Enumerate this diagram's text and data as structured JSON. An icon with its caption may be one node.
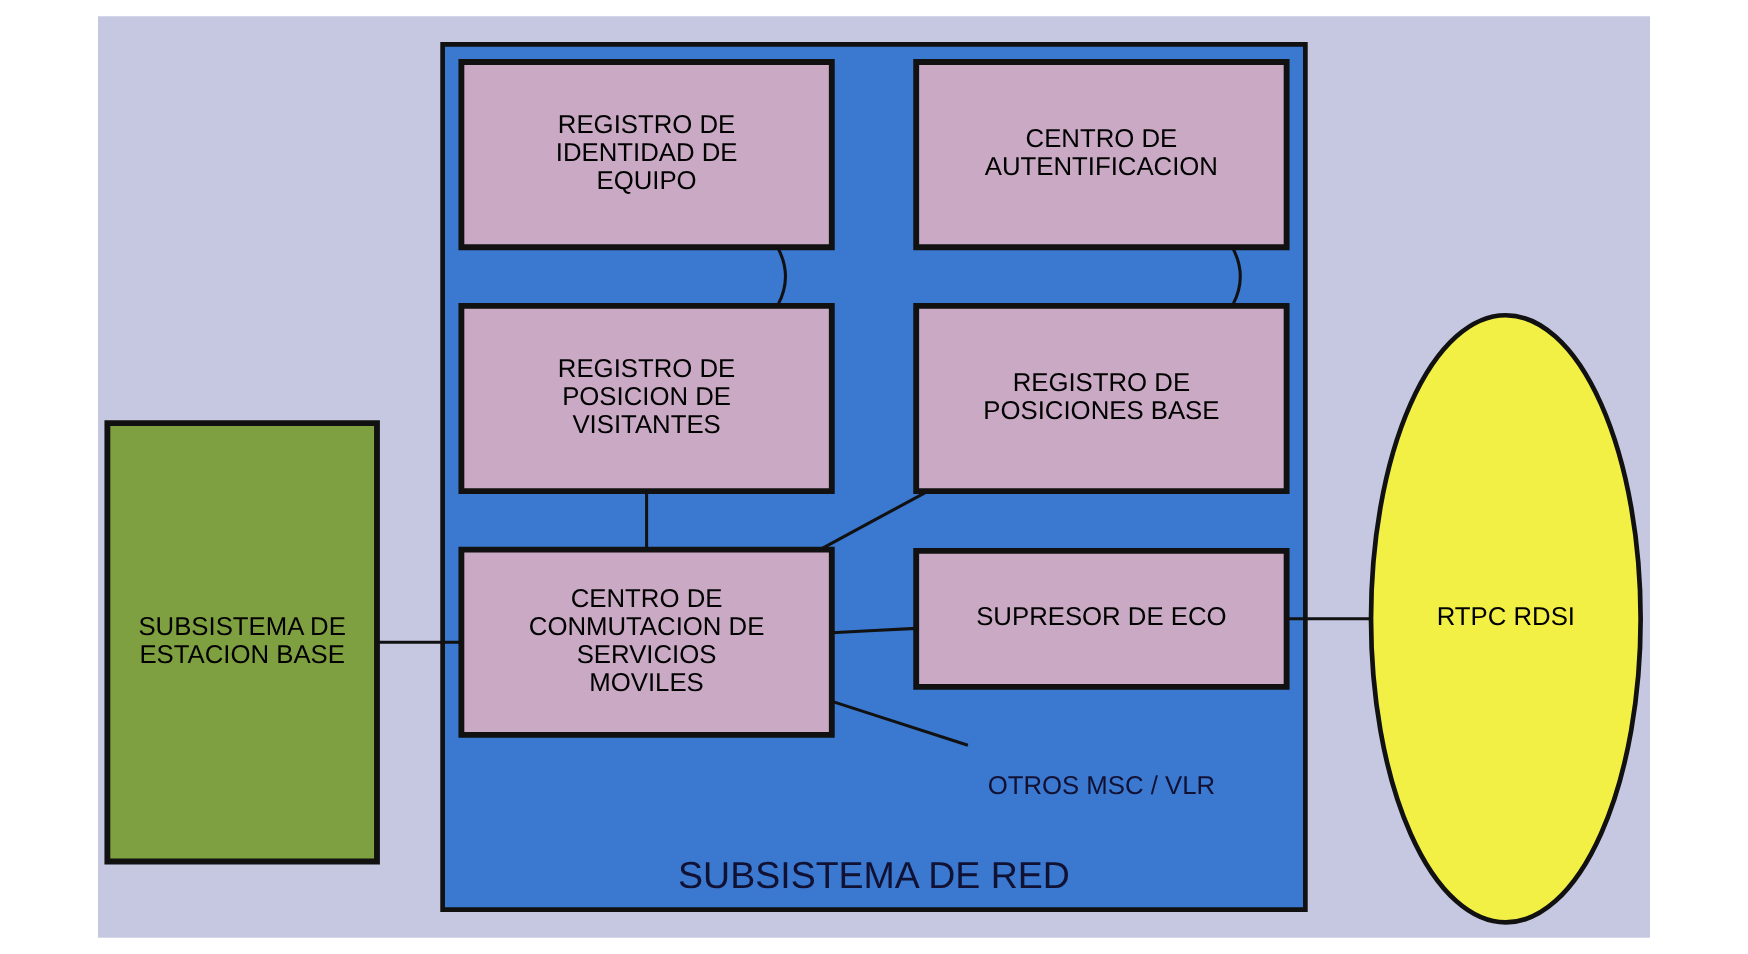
{
  "diagram": {
    "nodes": [
      {
        "text": [
          "SUBSISTEMA DE ESTACION BASE"
        ]
      },
      {
        "text": [
          "SUBSISTEMA DE RED"
        ]
      },
      {
        "text": [
          "OTROS MSC / VLR"
        ],
        "in": 1
      },
      {
        "text": [
          "CENTRO DE CONMUTACION DE SERVICIOS MOVILES"
        ],
        "in": 1
      },
      {
        "text": [
          "SUPRESOR DE ECO"
        ],
        "in": 1
      },
      {
        "text": [
          "REGISTRO DE POSICION DE VISITANTES"
        ],
        "in": 1
      },
      {
        "text": [
          "REGISTRO DE POSICIONES BASE"
        ],
        "in": 1
      },
      {
        "text": [
          "REGISTRO DE IDENTIDAD DE EQUIPO"
        ],
        "in": 1
      },
      {
        "text": [
          "CENTRO DE AUTENTIFICACION"
        ],
        "in": 1
      },
      {
        "text": [
          "RTPC RDSI"
        ]
      }
    ],
    "edges": [
      {
        "from": 0,
        "to": 3,
        "arrow": "none"
      },
      {
        "from": 3,
        "to": 2,
        "arrow": "none"
      },
      {
        "from": 3,
        "to": 4,
        "arrow": "none"
      },
      {
        "from": 3,
        "to": 5,
        "arrow": "none"
      },
      {
        "from": 3,
        "to": 6,
        "arrow": "none"
      },
      {
        "from": 4,
        "to": 9,
        "arrow": "none"
      },
      {
        "from": 5,
        "to": 7,
        "arrow": "none"
      },
      {
        "from": 6,
        "to": 8,
        "arrow": "none"
      }
    ]
  }
}
